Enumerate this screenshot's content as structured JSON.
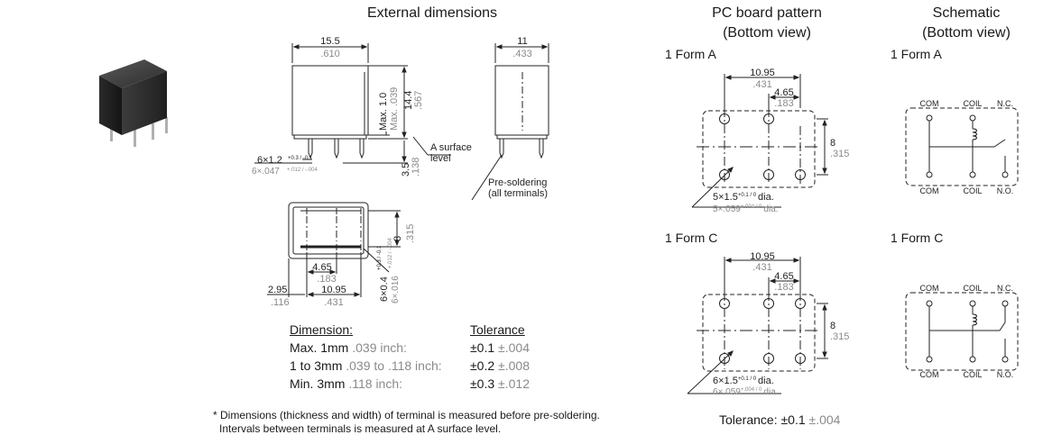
{
  "headings": {
    "external": "External dimensions",
    "pcb_line1": "PC board pattern",
    "pcb_line2": "(Bottom view)",
    "schem_line1": "Schematic",
    "schem_line2": "(Bottom view)"
  },
  "labels": {
    "form_a": "1 Form A",
    "form_c": "1 Form C"
  },
  "ext": {
    "w_mm": "15.5",
    "w_in": ".610",
    "d_mm": "11",
    "d_in": ".433",
    "max_mm": "Max. 1.0",
    "max_in": "Max. .039",
    "h_mm": "14.4",
    "h_in": ".567",
    "term_mm": "6×1.2",
    "term_tol_mm": "+0.3 / -0.1",
    "term_in": "6×.047",
    "term_tol_in": "+.012 / -.004",
    "pin_mm": "3.5",
    "pin_in": ".138",
    "surface1": "A surface",
    "surface2": "level",
    "presolder1": "Pre-soldering",
    "presolder2": "(all terminals)",
    "b8_mm": "8",
    "b8_in": ".315",
    "b465_mm": "4.65",
    "b465_in": ".183",
    "b295_mm": "2.95",
    "b295_in": ".116",
    "b1095_mm": "10.95",
    "b1095_in": ".431",
    "b04_mm": "6×0.4",
    "b04_tol_mm": "+0.3 / -0.1",
    "b04_in": "6×.016",
    "b04_tol_in": "+.012 / -.004"
  },
  "tolerance_table": {
    "head_dim": "Dimension:",
    "head_tol": "Tolerance",
    "rows": [
      {
        "mm": "Max. 1mm",
        "inch": ".039 inch:",
        "tol": "±0.1",
        "tol_in": "±.004"
      },
      {
        "mm": "1 to 3mm",
        "inch": ".039 to .118 inch:",
        "tol": "±0.2",
        "tol_in": "±.008"
      },
      {
        "mm": "Min. 3mm",
        "inch": ".118 inch:",
        "tol": "±0.3",
        "tol_in": "±.012"
      }
    ]
  },
  "footnote": {
    "line1": "* Dimensions (thickness and width) of terminal is measured before pre-soldering.",
    "line2": "Intervals between terminals is measured at A surface level."
  },
  "pcb": {
    "d1095_mm": "10.95",
    "d1095_in": ".431",
    "d465_mm": "4.65",
    "d465_in": ".183",
    "d8_mm": "8",
    "d8_in": ".315",
    "hole_a_mm": "5×1.5",
    "hole_a_in": "5×.059",
    "hole_c_mm": "6×1.5",
    "hole_c_in": "6×.059",
    "hole_tol_mm": "+0.1 / 0",
    "hole_tol_in": "+.004 / 0",
    "dia": "dia.",
    "tolerance_label": "Tolerance:",
    "tolerance_mm": "±0.1",
    "tolerance_in": "±.004"
  },
  "schematic": {
    "com": "COM",
    "coil": "COIL",
    "nc": "N.C.",
    "no": "N.O."
  }
}
